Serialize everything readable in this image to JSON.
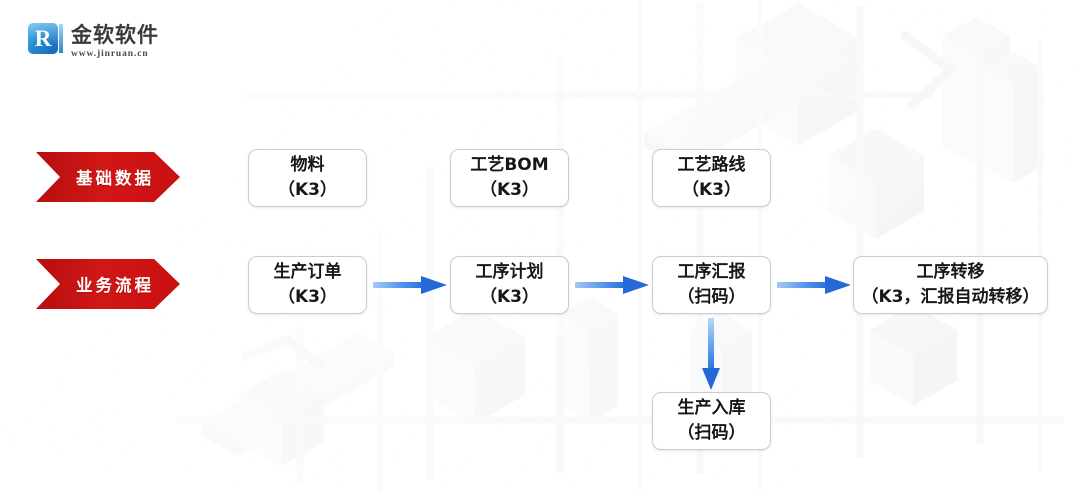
{
  "brand": {
    "name": "金软软件",
    "url": "www.jinruan.cn",
    "mark_letter": "R",
    "mark_color": "#2a8fd8"
  },
  "colors": {
    "banner_red": "#cf1212",
    "banner_red_dark": "#b00d0d",
    "arrow_blue": "#2d7ae5",
    "arrow_blue_light": "#9dc4f2",
    "node_border": "#c9ccd1",
    "node_text": "#15171a",
    "background": "#ffffff"
  },
  "rows": [
    {
      "key": "basic_data",
      "banner_label": "基础数据",
      "nodes": [
        {
          "key": "material",
          "line1": "物料",
          "line2": "（K3）"
        },
        {
          "key": "process_bom",
          "line1": "工艺BOM",
          "line2": "（K3）"
        },
        {
          "key": "process_route",
          "line1": "工艺路线",
          "line2": "（K3）"
        }
      ]
    },
    {
      "key": "business_flow",
      "banner_label": "业务流程",
      "nodes": [
        {
          "key": "production_order",
          "line1": "生产订单",
          "line2": "（K3）"
        },
        {
          "key": "process_plan",
          "line1": "工序计划",
          "line2": "（K3）"
        },
        {
          "key": "process_report",
          "line1": "工序汇报",
          "line2": "（扫码）"
        },
        {
          "key": "process_transfer",
          "line1": "工序转移",
          "line2": "（K3，汇报自动转移）"
        },
        {
          "key": "production_in",
          "line1": "生产入库",
          "line2": "（扫码）"
        }
      ]
    }
  ],
  "connections": [
    {
      "from": "production_order",
      "to": "process_plan",
      "direction": "right"
    },
    {
      "from": "process_plan",
      "to": "process_report",
      "direction": "right"
    },
    {
      "from": "process_report",
      "to": "process_transfer",
      "direction": "right"
    },
    {
      "from": "process_report",
      "to": "production_in",
      "direction": "down"
    }
  ],
  "background": {
    "illustration": "isometric-factory-line-art",
    "opacity_note": "very faint light-gray watermark"
  }
}
